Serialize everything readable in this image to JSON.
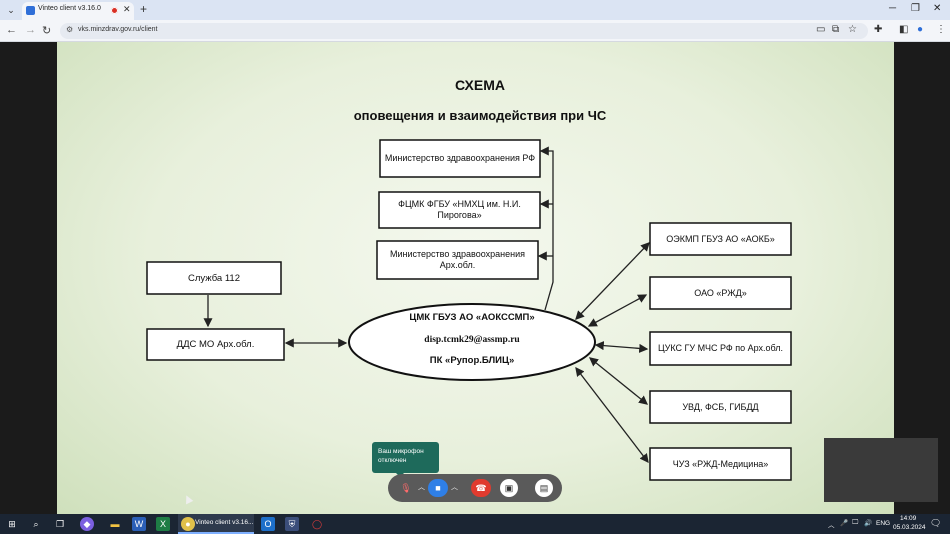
{
  "browser": {
    "tab_title": "Vinteo client v3.16.0",
    "url": "vks.minzdrav.gov.ru/client",
    "tab_close": "✕",
    "new_tab": "+"
  },
  "slide": {
    "title": "СХЕМА",
    "subtitle": "оповещения и взаимодействия при ЧС",
    "boxes": {
      "minzdrav_rf": "Министерство здравоохранения РФ",
      "fcmk": "ФЦМК ФГБУ «НМХЦ им. Н.И. Пирогова»",
      "minzdrav_ark": "Министерство здравоохранения Арх.обл.",
      "service112": "Служба 112",
      "dds": "ДДС МО Арх.обл.",
      "center_line1": "ЦМК ГБУЗ АО «АОКССМП»",
      "center_line2": "disp.tcmk29@assmp.ru",
      "center_line3": "ПК «Рупор.БЛИЦ»",
      "oekmp": "ОЭКМП ГБУЗ АО «АОКБ»",
      "rzd": "ОАО «РЖД»",
      "cuks": "ЦУКС ГУ МЧС РФ по Арх.обл.",
      "uvd": "УВД, ФСБ, ГИБДД",
      "chuz": "ЧУЗ «РЖД-Медицина»"
    }
  },
  "conference": {
    "mic_tooltip": "Ваш микрофон отключен",
    "mic_muted": true,
    "camera_on": true
  },
  "taskbar": {
    "active_title": "Vinteo client v3.16...",
    "lang": "ENG",
    "time": "14:09",
    "date": "05.03.2024"
  },
  "colors": {
    "accent_blue": "#2f7fe6",
    "hangup_red": "#e03b2f",
    "tooltip_green": "#1e6a5b"
  }
}
